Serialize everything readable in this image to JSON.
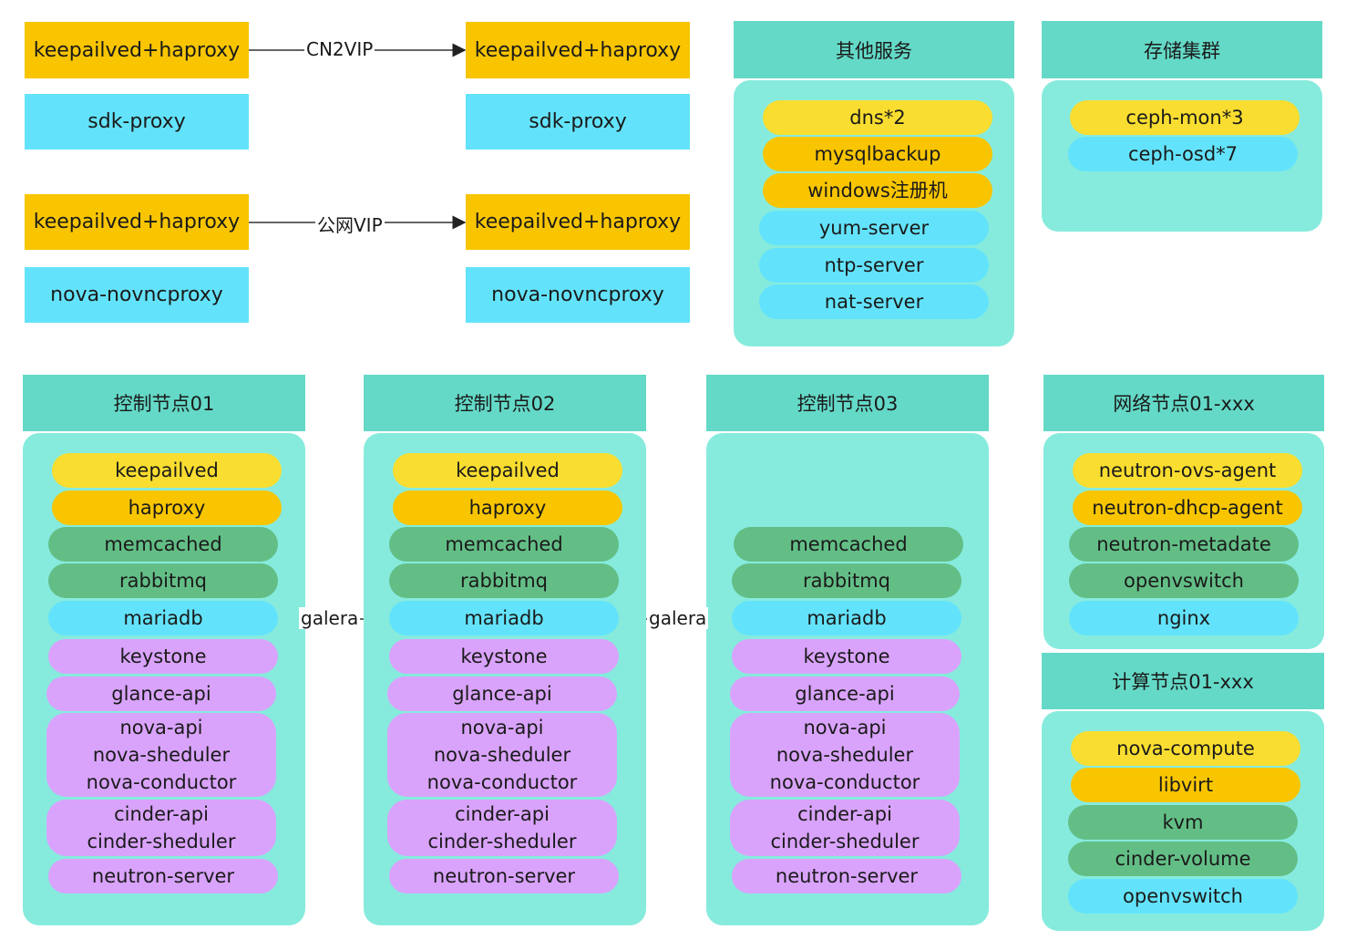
{
  "top": {
    "left": {
      "row1": "keepailved+haproxy",
      "row2": "sdk-proxy",
      "row3": "keepailved+haproxy",
      "row4": "nova-novncproxy"
    },
    "right": {
      "row1": "keepailved+haproxy",
      "row2": "sdk-proxy",
      "row3": "keepailved+haproxy",
      "row4": "nova-novncproxy"
    },
    "link1": "CN2VIP",
    "link2": "公网VIP"
  },
  "other_services": {
    "title": "其他服务",
    "items": [
      "dns*2",
      "mysqlbackup",
      "windows注册机",
      "yum-server",
      "ntp-server",
      "nat-server"
    ]
  },
  "storage": {
    "title": "存储集群",
    "items": [
      "ceph-mon*3",
      "ceph-osd*7"
    ]
  },
  "ctrl1": {
    "title": "控制节点01",
    "items": [
      "keepailved",
      "haproxy",
      "memcached",
      "rabbitmq",
      "mariadb",
      "keystone",
      "glance-api",
      "nova-api",
      "nova-sheduler",
      "nova-conductor",
      "cinder-api",
      "cinder-sheduler",
      "neutron-server"
    ]
  },
  "ctrl2": {
    "title": "控制节点02",
    "items": [
      "keepailved",
      "haproxy",
      "memcached",
      "rabbitmq",
      "mariadb",
      "keystone",
      "glance-api",
      "nova-api",
      "nova-sheduler",
      "nova-conductor",
      "cinder-api",
      "cinder-sheduler",
      "neutron-server"
    ]
  },
  "ctrl3": {
    "title": "控制节点03",
    "items": [
      "memcached",
      "rabbitmq",
      "mariadb",
      "keystone",
      "glance-api",
      "nova-api",
      "nova-sheduler",
      "nova-conductor",
      "cinder-api",
      "cinder-sheduler",
      "neutron-server"
    ]
  },
  "galera1": "galera",
  "galera2": "galera",
  "network": {
    "title": "网络节点01-xxx",
    "items": [
      "neutron-ovs-agent",
      "neutron-dhcp-agent",
      "neutron-metadate",
      "openvswitch",
      "nginx"
    ]
  },
  "compute": {
    "title": "计算节点01-xxx",
    "items": [
      "nova-compute",
      "libvirt",
      "kvm",
      "cinder-volume",
      "openvswitch"
    ]
  },
  "colors": {
    "yellow": "#f9dd30",
    "orange": "#f8c500",
    "green": "#63be86",
    "cyan": "#63e3fb",
    "purple": "#d9a3fb",
    "panel": "#86ebdd",
    "header": "#64d9c7"
  }
}
